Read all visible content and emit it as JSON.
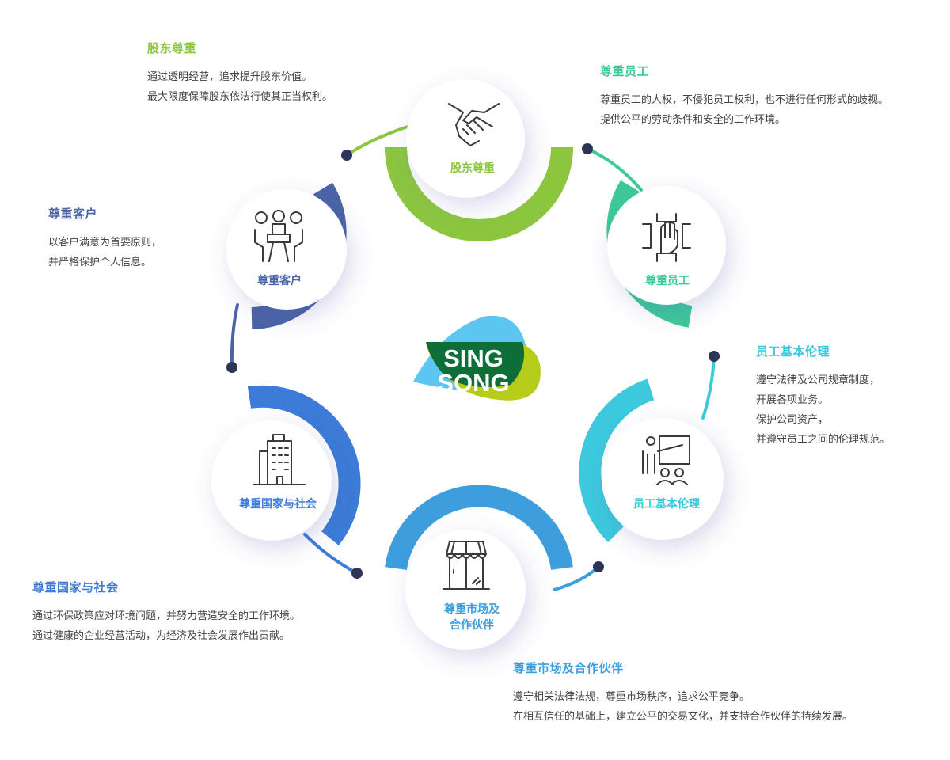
{
  "colors": {
    "shareholder": "#8cc63f",
    "employee": "#3ec99a",
    "ethics": "#3cc9dd",
    "market": "#3d9ddd",
    "society": "#3c7bd7",
    "customer": "#4a64a6",
    "dot": "#2d3557",
    "text": "#444444"
  },
  "logo": {
    "line1": "SING",
    "line2": "SONG"
  },
  "nodes": [
    {
      "id": "shareholder",
      "circle_label": "股东尊重",
      "icon": "handshake-icon",
      "title": "股东尊重",
      "lines": [
        "通过透明经营，追求提升股东价值。",
        "最大限度保障股东依法行使其正当权利。"
      ]
    },
    {
      "id": "employee",
      "circle_label": "尊重员工",
      "icon": "stacked-hands-icon",
      "title": "尊重员工",
      "lines": [
        "尊重员工的人权，不侵犯员工权利，也不进行任何形式的歧视。",
        "提供公平的劳动条件和安全的工作环境。"
      ]
    },
    {
      "id": "ethics",
      "circle_label": "员工基本伦理",
      "icon": "presentation-icon",
      "title": "员工基本伦理",
      "lines": [
        "遵守法律及公司规章制度，",
        "开展各项业务。",
        "保护公司资产，",
        "并遵守员工之间的伦理规范。"
      ]
    },
    {
      "id": "market",
      "circle_label_1": "尊重市场及",
      "circle_label_2": "合作伙伴",
      "icon": "storefront-icon",
      "title": "尊重市场及合作伙伴",
      "lines": [
        "遵守相关法律法规，尊重市场秩序，追求公平竞争。",
        "在相互信任的基础上，建立公平的交易文化，并支持合作伙伴的持续发展。"
      ]
    },
    {
      "id": "society",
      "circle_label": "尊重国家与社会",
      "icon": "building-icon",
      "title": "尊重国家与社会",
      "lines": [
        "通过环保政策应对环境问题，并努力营造安全的工作环境。",
        "通过健康的企业经营活动，为经济及社会发展作出贡献。"
      ]
    },
    {
      "id": "customer",
      "circle_label": "尊重客户",
      "icon": "meeting-icon",
      "title": "尊重客户",
      "lines": [
        "以客户满意为首要原则，",
        "并严格保护个人信息。"
      ]
    }
  ]
}
